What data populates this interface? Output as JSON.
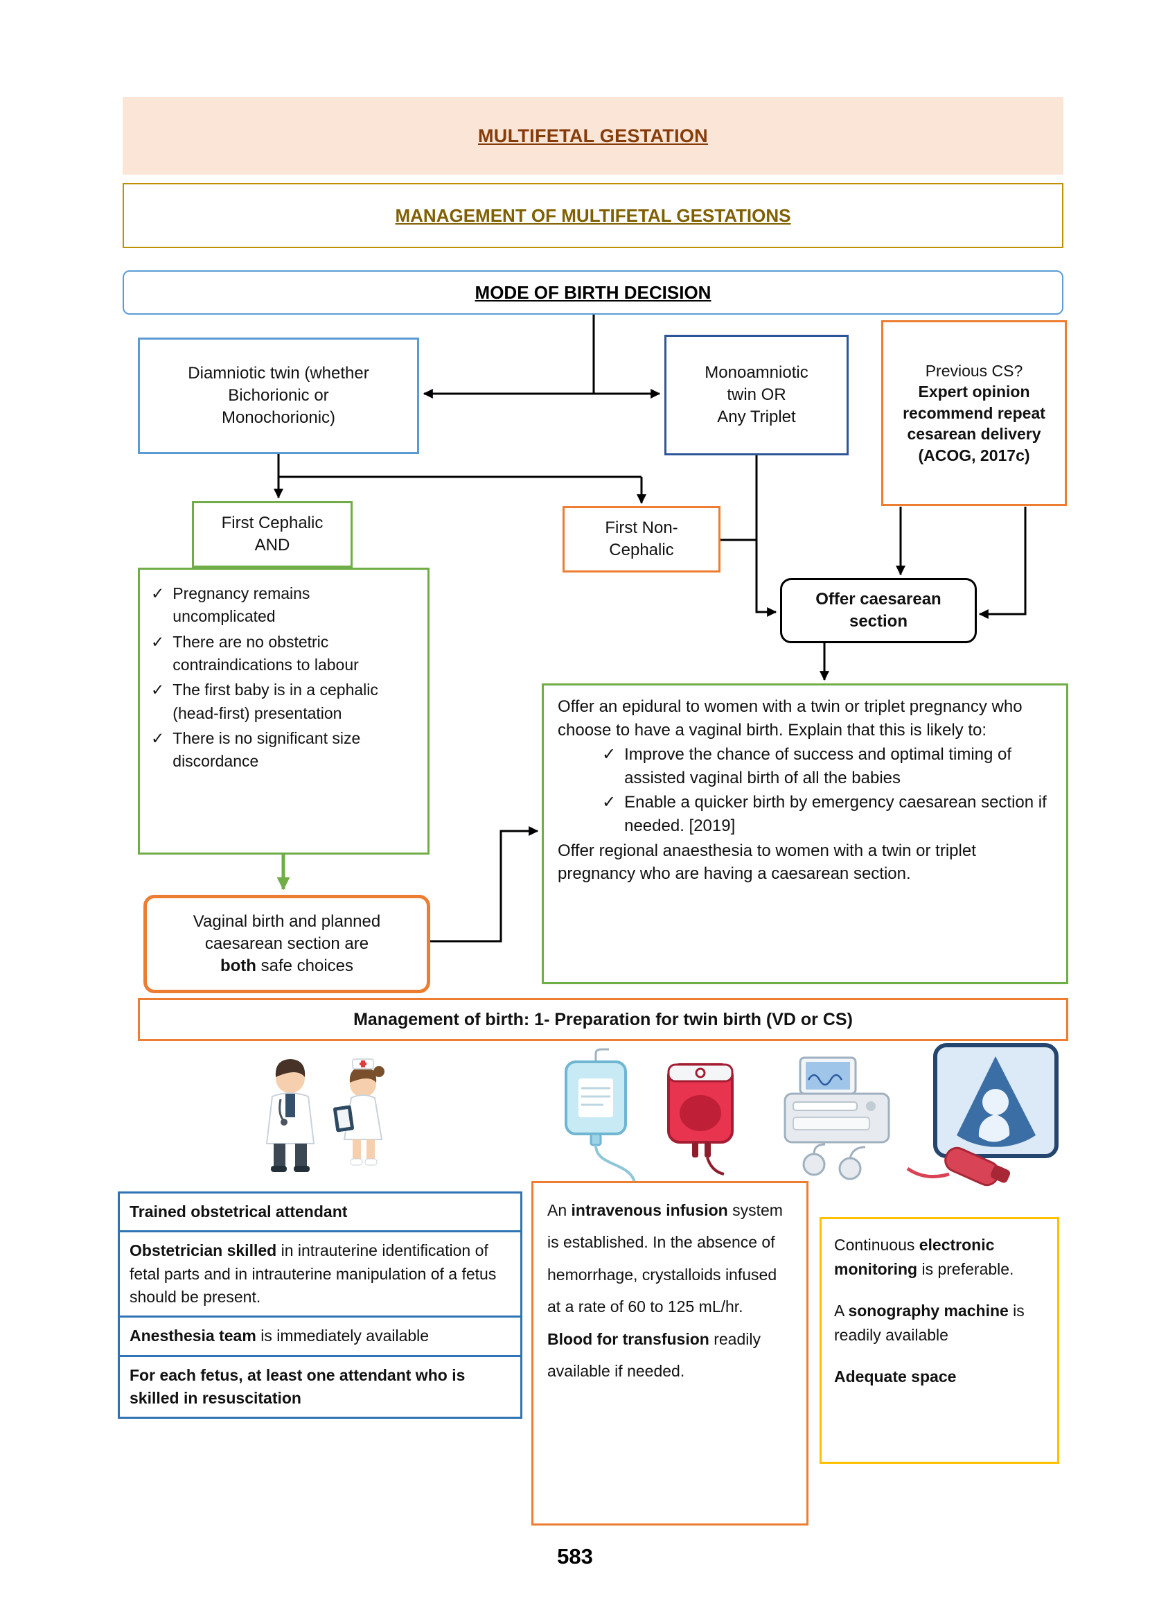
{
  "icons": {
    "check": "✓"
  },
  "header": {
    "title": "MULTIFETAL GESTATION",
    "subtitle": "MANAGEMENT OF MULTIFETAL GESTATIONS",
    "section": "MODE OF BIRTH DECISION"
  },
  "flow": {
    "diamniotic": [
      {
        "t": "Diamniotic twin (whether",
        "br": true
      },
      {
        "t": "Bichorionic or",
        "br": true
      },
      {
        "t": "Monochorionic)"
      }
    ],
    "monoamniotic": [
      {
        "t": "Monoamniotic",
        "br": true
      },
      {
        "t": "twin OR",
        "br": true
      },
      {
        "t": "Any Triplet"
      }
    ],
    "previous_cs": [
      {
        "t": "Previous CS?",
        "br": true
      },
      {
        "t": "Expert opinion recommend repeat cesarean delivery (ACOG, 2017c)",
        "b": true
      }
    ],
    "first_cephalic": [
      {
        "t": "First Cephalic",
        "br": true
      },
      {
        "t": "AND"
      }
    ],
    "first_non_cephalic": [
      {
        "t": "First Non-",
        "br": true
      },
      {
        "t": "Cephalic"
      }
    ],
    "criteria": [
      "Pregnancy remains uncomplicated",
      "There are no obstetric contraindications to labour",
      "The first baby is in a cephalic (head-first) presentation",
      "There is no significant size discordance"
    ],
    "both_safe": [
      {
        "t": "Vaginal birth and planned",
        "br": true
      },
      {
        "t": "caesarean section are",
        "br": true
      },
      {
        "t": "both",
        "b": true
      },
      {
        "t": " safe choices"
      }
    ],
    "offer_cs": [
      {
        "t": "Offer caesarean",
        "br": true
      },
      {
        "t": "section"
      }
    ],
    "epidural": {
      "intro": "Offer an epidural to women with a twin or triplet pregnancy who choose to have a vaginal birth. Explain that this is likely to:",
      "items": [
        "Improve the chance of success and optimal timing of assisted vaginal birth of all the babies",
        "Enable a quicker birth by emergency caesarean section if needed. [2019]"
      ],
      "outro": "Offer regional anaesthesia to women with a twin or triplet pregnancy who are having a caesarean section."
    }
  },
  "banner": {
    "management": "Management of birth: 1- Preparation for twin birth (VD or CS)"
  },
  "prep": {
    "attendant": {
      "rows": [
        [
          {
            "t": "Trained obstetrical attendant",
            "b": true
          }
        ],
        [
          {
            "t": "Obstetrician skilled",
            "b": true
          },
          {
            "t": " in intrauterine identification of fetal parts and in intrauterine manipulation of a fetus should be present."
          }
        ],
        [
          {
            "t": "Anesthesia team",
            "b": true
          },
          {
            "t": " is immediately available"
          }
        ],
        [
          {
            "t": "For each fetus, at least one attendant who is skilled in resuscitation",
            "b": true
          }
        ]
      ]
    },
    "iv": {
      "paragraphs": [
        [
          {
            "t": "An "
          },
          {
            "t": "intravenous infusion",
            "b": true
          },
          {
            "t": " system is established. In the absence of hemorrhage, crystalloids infused at a rate of 60 to 125 mL/hr."
          }
        ],
        [
          {
            "t": "Blood for transfusion",
            "b": true
          },
          {
            "t": " readily available if needed."
          }
        ]
      ]
    },
    "monitoring": {
      "paragraphs": [
        [
          {
            "t": "Continuous "
          },
          {
            "t": "electronic monitoring",
            "b": true
          },
          {
            "t": " is preferable."
          }
        ],
        [
          {
            "t": "A "
          },
          {
            "t": "sonography machine",
            "b": true
          },
          {
            "t": " is readily available"
          }
        ],
        [
          {
            "t": "Adequate space",
            "b": true
          }
        ]
      ]
    }
  },
  "colors": {
    "peach_banner": "#FBE5D6",
    "title_text": "#843C0B",
    "olive": "#BF8F00",
    "blue": "#5B9BD5",
    "navy": "#2E5597",
    "orange": "#ED7D31",
    "green": "#70AD47",
    "bottom_blue": "#2E74B5",
    "yellow": "#FFC000"
  },
  "footer": {
    "page_number": "583"
  }
}
